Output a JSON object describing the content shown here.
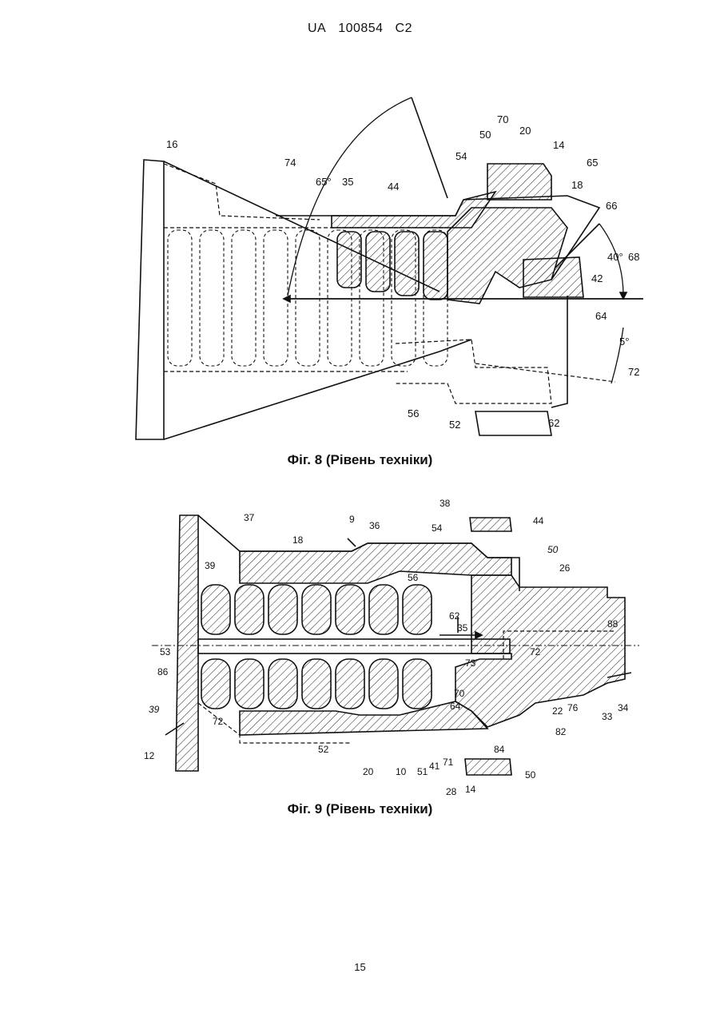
{
  "header": {
    "country": "UA",
    "number": "100854",
    "kind": "C2"
  },
  "fig8": {
    "caption": "Фіг. 8 (Рівень техніки)",
    "angles": {
      "a65": "65°",
      "a40": "40°",
      "a5": "5°"
    },
    "labels": {
      "l16": "16",
      "l74": "74",
      "l35": "35",
      "l44": "44",
      "l54": "54",
      "l50": "50",
      "l70": "70",
      "l20": "20",
      "l14": "14",
      "l65": "65",
      "l18": "18",
      "l66": "66",
      "l68": "68",
      "l42": "42",
      "l64": "64",
      "l72": "72",
      "l56": "56",
      "l52": "52",
      "l62": "62"
    }
  },
  "fig9": {
    "caption": "Фіг. 9 (Рівень техніки)",
    "labels": {
      "l37": "37",
      "l9": "9",
      "l18": "18",
      "l36": "36",
      "l38": "38",
      "l54": "54",
      "l44": "44",
      "l50a": "50",
      "l26": "26",
      "l39a": "39",
      "l56": "56",
      "l62": "62",
      "l35": "35",
      "l88": "88",
      "l53": "53",
      "l86": "86",
      "l72a": "72",
      "l73": "73",
      "l70": "70",
      "l64": "64",
      "l76": "76",
      "l22": "22",
      "l33": "33",
      "l34": "34",
      "l39b": "39",
      "l72b": "72",
      "l52": "52",
      "l82": "82",
      "l12": "12",
      "l84": "84",
      "l20": "20",
      "l10": "10",
      "l51": "51",
      "l41": "41",
      "l71": "71",
      "l28": "28",
      "l14": "14",
      "l50b": "50"
    }
  },
  "page_number": "15"
}
